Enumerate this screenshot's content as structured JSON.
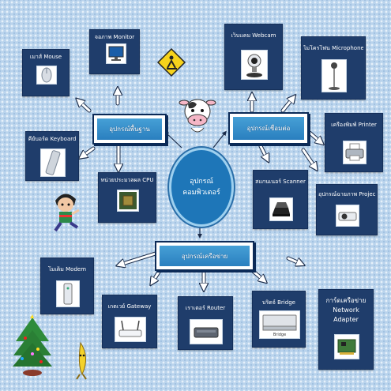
{
  "center": {
    "line1": "อุปกรณ์",
    "line2": "คอมพิวเตอร์"
  },
  "categories": {
    "basic": "อุปกรณ์พื้นฐาน",
    "connect": "อุปกรณ์เชื่อมต่อ",
    "network": "อุปกรณ์เครือข่าย"
  },
  "devices": {
    "mouse": "เมาส์ Mouse",
    "monitor": "จอภาพ Monitor",
    "keyboard": "คีย์บอร์ด Keyboard",
    "cpu": "หน่วยประมวลผล CPU",
    "webcam": "เว็บแคม Webcam",
    "microphone": "ไมโครโฟน Microphone",
    "printer": "เครื่องพิมพ์ Printer",
    "scanner": "สแกนเนอร์ Scanner",
    "projector": "อุปกรณ์ฉายภาพ Projector",
    "modem": "โมเด็ม Modem",
    "gateway": "เกตเวย์ Gateway",
    "router": "เราเตอร์ Router",
    "bridge": "บริดจ์ Bridge",
    "network_adapter": "การ์ดเครือข่าย Network Adapter"
  },
  "bridge_caption": "Bridge",
  "icons": {
    "warning_sign": "under-construction-icon",
    "cow": "cow-mascot-icon",
    "kid": "cartoon-kid-icon",
    "tree": "christmas-tree-icon",
    "banana": "dancing-banana-icon"
  },
  "colors": {
    "card_bg": "#1f3d6b",
    "category_fill": "#2a7fbf",
    "center_fill": "#1e76b8",
    "arrow": "#ffffff"
  }
}
